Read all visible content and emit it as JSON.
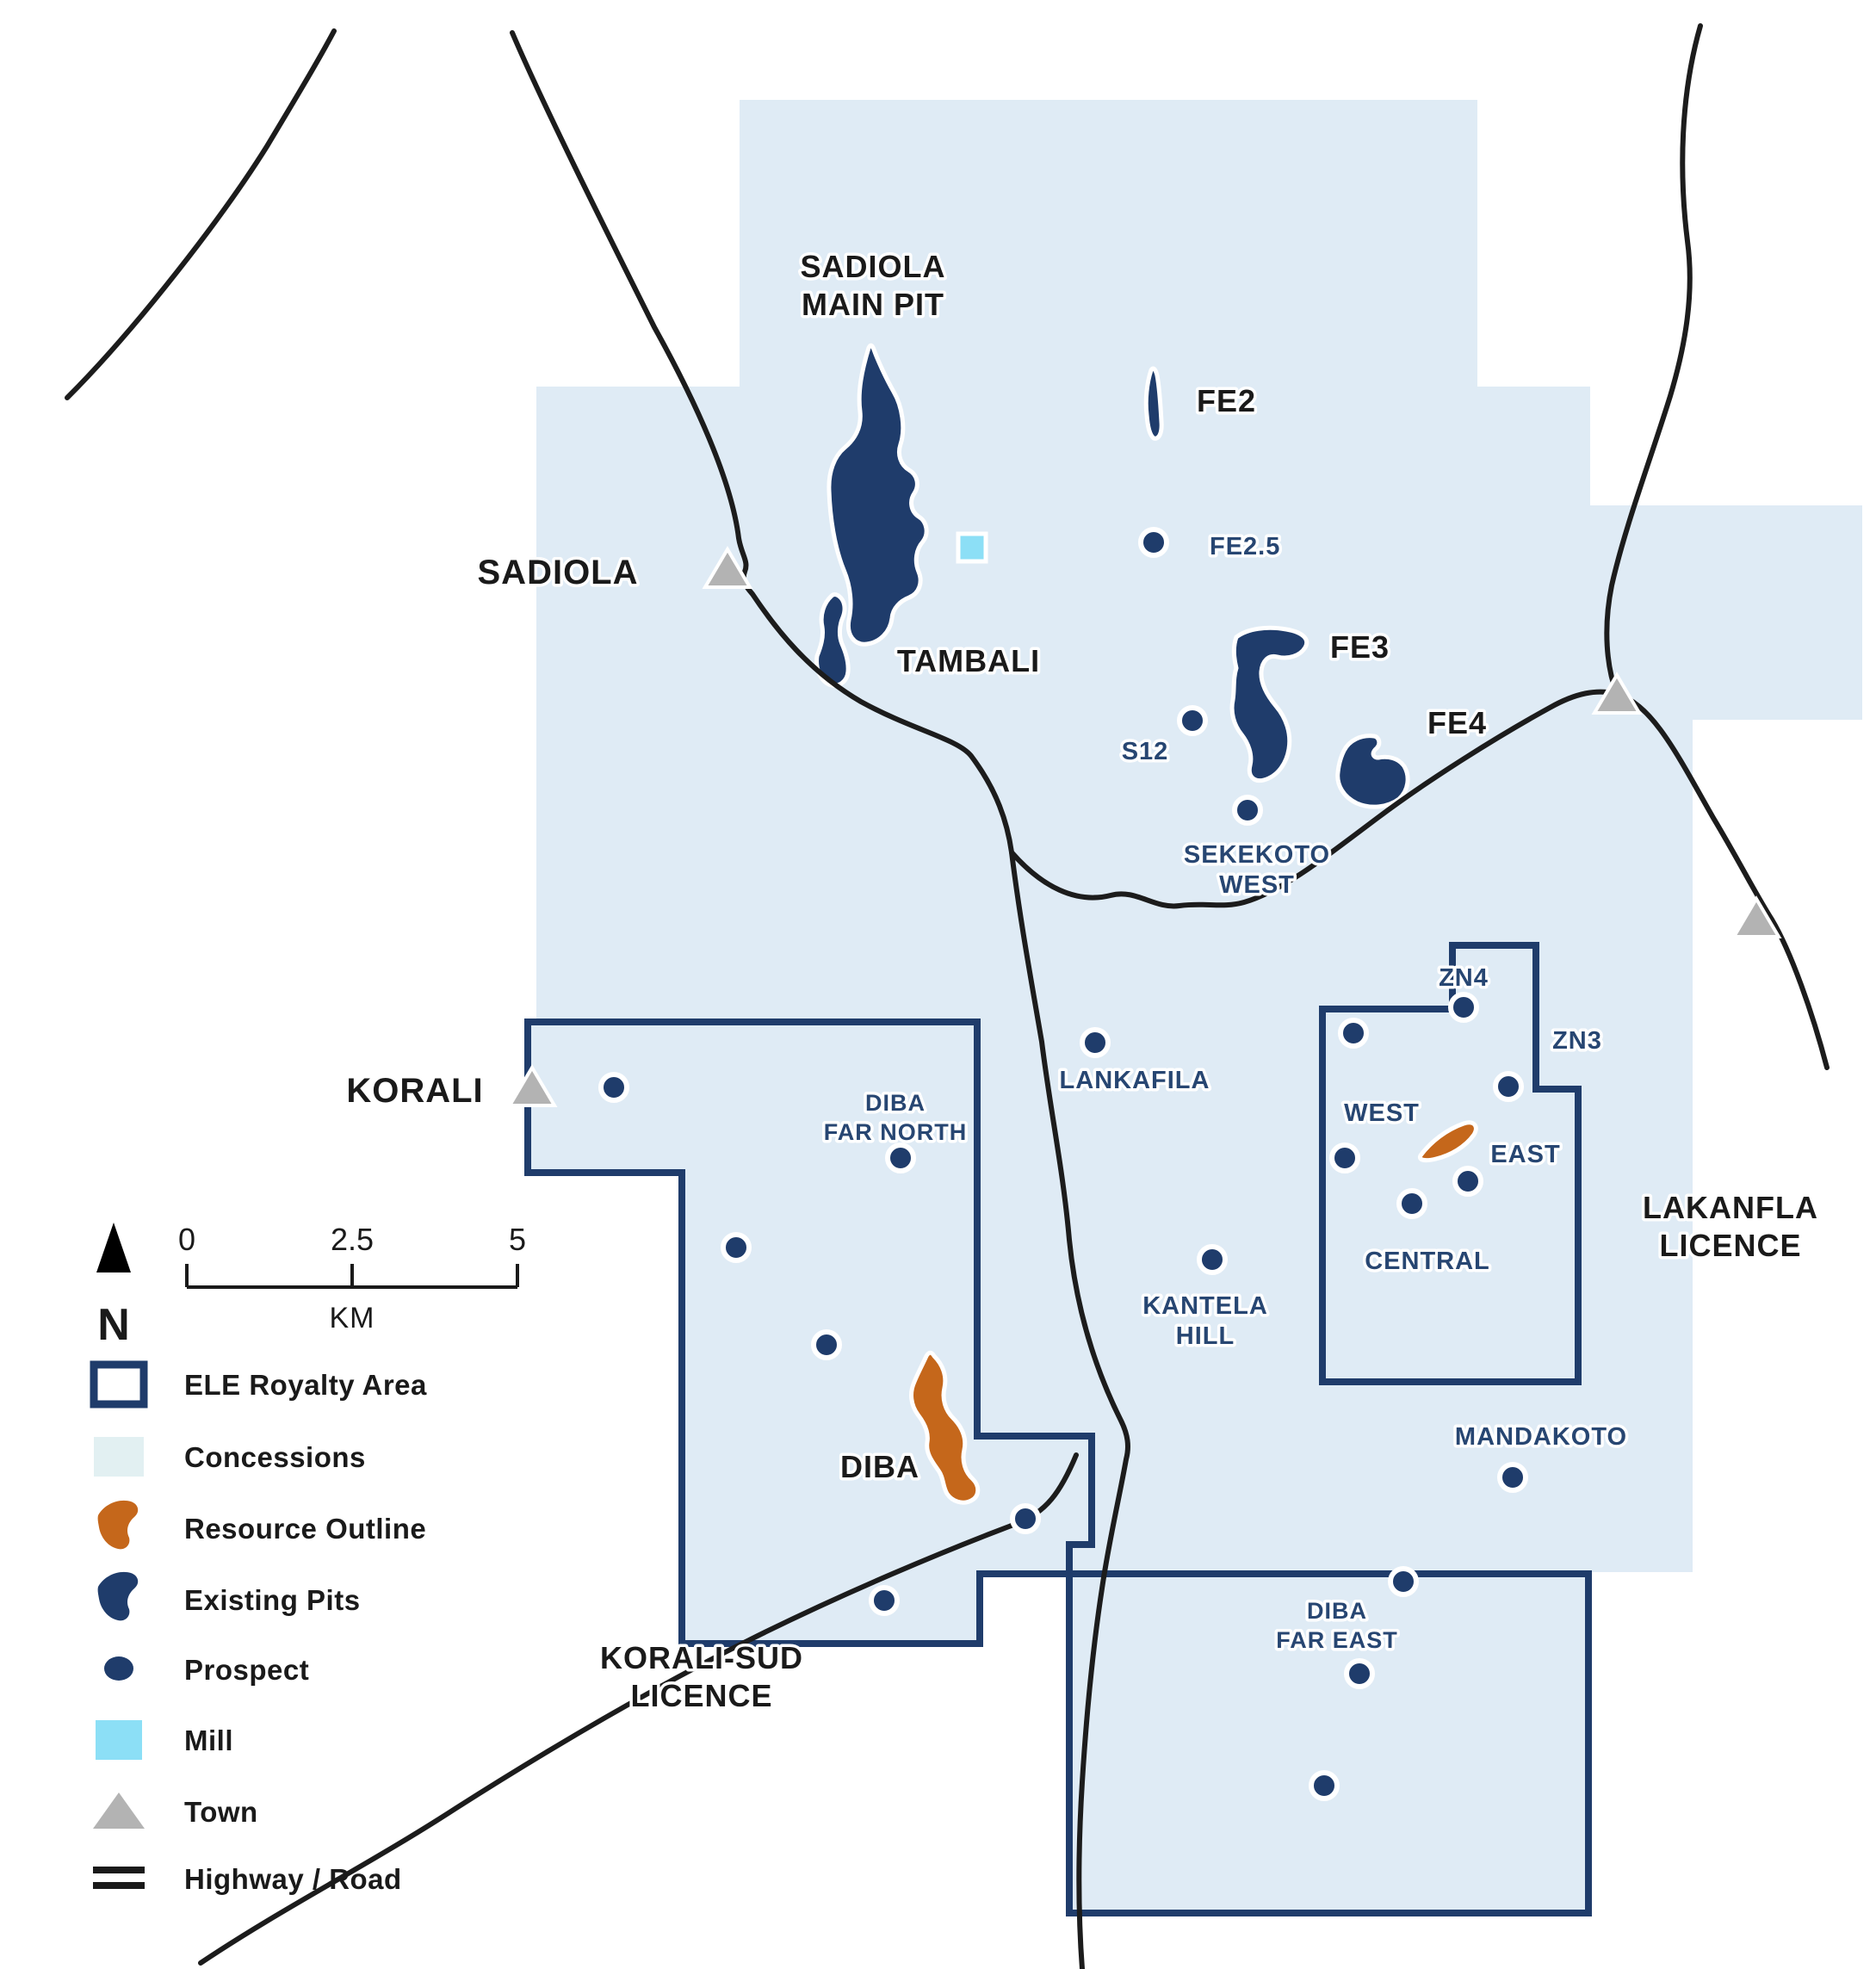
{
  "colors": {
    "concession": "#DFEBF5",
    "concession_swatch": "#E2F0F2",
    "royalty_outline": "#1F3C6B",
    "pit": "#1F3C6B",
    "prospect": "#1F3C6B",
    "resource": "#C5671B",
    "mill": "#8CDFF6",
    "town": "#B3B3B3",
    "road": "#1C1C1C",
    "navy_text": "#274672",
    "black_text": "#1A1A1A"
  },
  "scale_bar": {
    "tick_0": "0",
    "tick_mid": "2.5",
    "tick_end": "5",
    "unit": "KM",
    "north": "N"
  },
  "labels": {
    "sadiola_main_pit": [
      "SADIOLA",
      "MAIN PIT"
    ],
    "tambali": "TAMBALI",
    "fe2": "FE2",
    "fe2_5": "FE2.5",
    "fe3": "FE3",
    "fe4": "FE4",
    "s12": "S12",
    "sekekoto_west": [
      "SEKEKOTO",
      "WEST"
    ],
    "sadiola_town": "SADIOLA",
    "korali_town": "KORALI",
    "zn4": "ZN4",
    "zn3": "ZN3",
    "west": "WEST",
    "east": "EAST",
    "central": "CENTRAL",
    "lankafila": "LANKAFILA",
    "kantela_hill": [
      "KANTELA",
      "HILL"
    ],
    "mandakoto": "MANDAKOTO",
    "diba": "DIBA",
    "diba_far_north": [
      "DIBA",
      "FAR NORTH"
    ],
    "diba_far_east": [
      "DIBA",
      "FAR EAST"
    ],
    "korali_sud_licence": [
      "KORALI-SUD",
      "LICENCE"
    ],
    "lakanfla_licence": [
      "LAKANFLA",
      "LICENCE"
    ]
  },
  "legend": {
    "items": [
      {
        "label": "ELE Royalty Area"
      },
      {
        "label": "Concessions"
      },
      {
        "label": "Resource Outline"
      },
      {
        "label": "Existing Pits"
      },
      {
        "label": "Prospect"
      },
      {
        "label": "Mill"
      },
      {
        "label": "Town"
      },
      {
        "label": "Highway / Road"
      }
    ]
  }
}
